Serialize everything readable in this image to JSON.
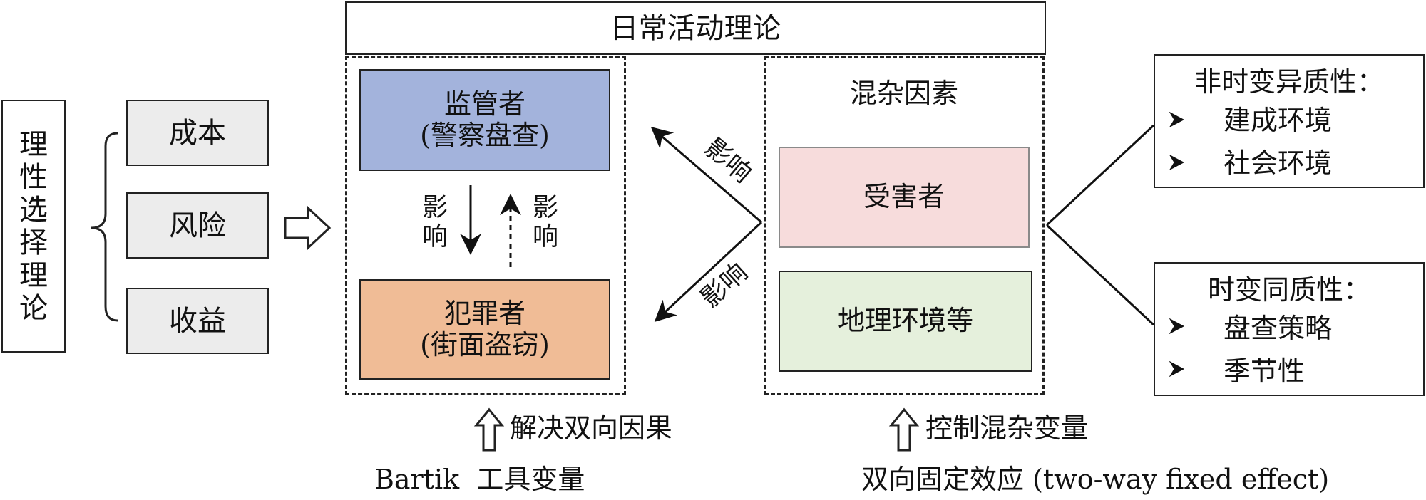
{
  "rational_choice": {
    "title_chars": [
      "理",
      "性",
      "选",
      "择",
      "理",
      "论"
    ]
  },
  "factors": [
    "成本",
    "风险",
    "收益"
  ],
  "routine": {
    "title": "日常活动理论"
  },
  "supervisor": {
    "line1": "监管者",
    "line2": "(警察盘查)",
    "color": "#a3b3dc"
  },
  "offender": {
    "line1": "犯罪者",
    "line2": "(街面盗窃)",
    "color": "#f0bc96"
  },
  "influence": {
    "char1": "影",
    "char2": "响",
    "word": "影响"
  },
  "confounders": {
    "title": "混杂因素",
    "items": [
      {
        "label": "受害者",
        "color": "#f7dcdc"
      },
      {
        "label": "地理环境等",
        "color": "#e5f0dc"
      }
    ]
  },
  "time_invariant": {
    "title": "非时变异质性：",
    "items": [
      "建成环境",
      "社会环境"
    ]
  },
  "time_variant": {
    "title": "时变同质性：",
    "items": [
      "盘查策略",
      "季节性"
    ]
  },
  "bottom_left": {
    "arrow_label": "解决双向因果",
    "method": "Bartik  工具变量"
  },
  "bottom_right": {
    "arrow_label": "控制混杂变量",
    "method": "双向固定效应 (two-way fixed effect)"
  },
  "icons": {
    "bullet": "arrowhead-bullet",
    "up_arrow": "hollow-up-arrow",
    "right_arrow": "hollow-right-arrow",
    "brace": "left-brace"
  }
}
